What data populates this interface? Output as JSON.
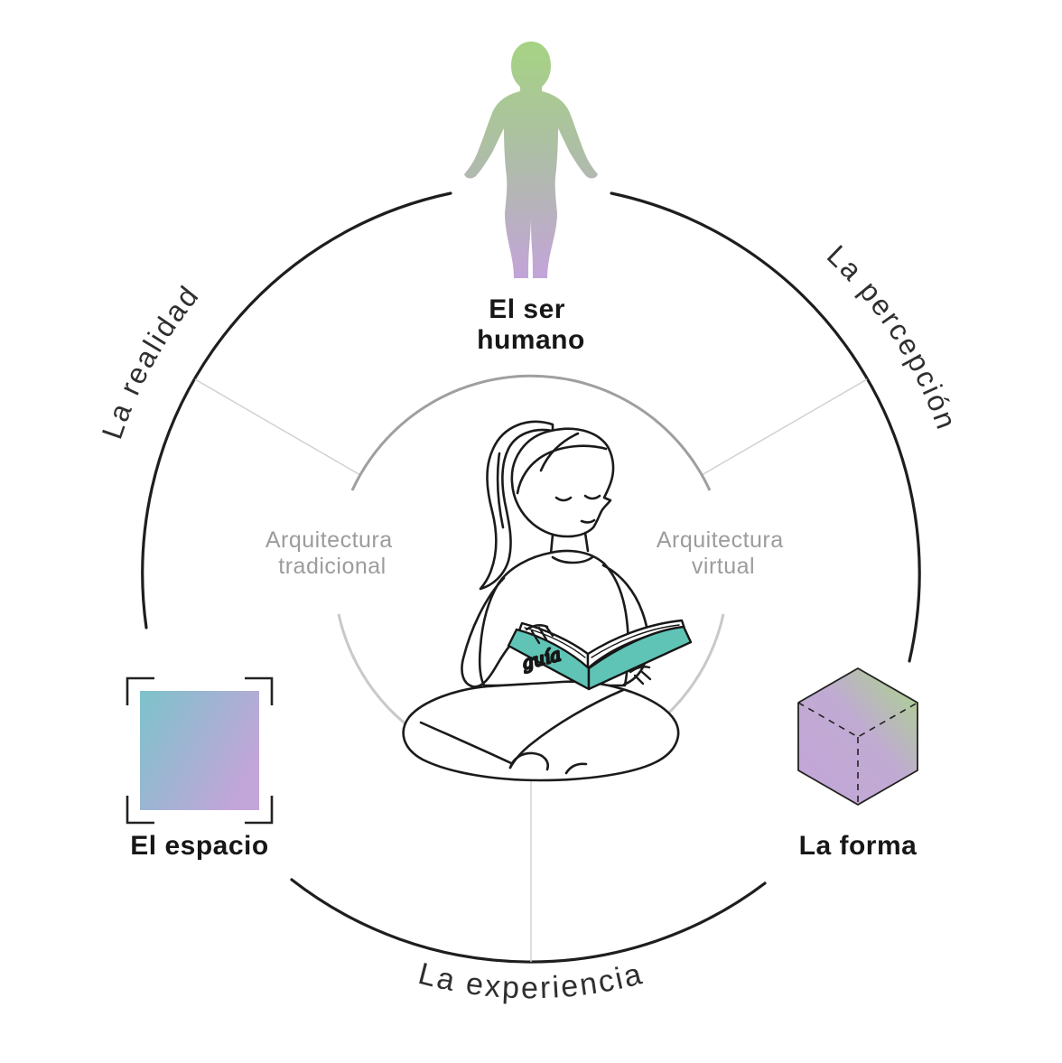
{
  "nodes": {
    "human": {
      "label_line1": "El ser",
      "label_line2": "humano"
    },
    "space": {
      "label": "El espacio"
    },
    "form": {
      "label": "La forma"
    }
  },
  "ring": {
    "upper_left_label": "La realidad",
    "upper_right_label": "La percepción",
    "bottom_label": "La experiencia"
  },
  "inner": {
    "left_label_line1": "Arquitectura",
    "left_label_line2": "tradicional",
    "right_label_line1": "Arquitectura",
    "right_label_line2": "virtual"
  },
  "book": {
    "text": "guía"
  },
  "colors": {
    "gradient_green": "#a6d383",
    "gradient_purple": "#c3a4d9",
    "gradient_teal": "#7cc3cb",
    "book_teal": "#5fc4b6",
    "outer_ring": "#1e1e1e",
    "inner_ring_top": "#9f9f9f",
    "inner_ring_bottom": "#c9c9c9",
    "inner_label_gray": "#9c9c9c"
  }
}
